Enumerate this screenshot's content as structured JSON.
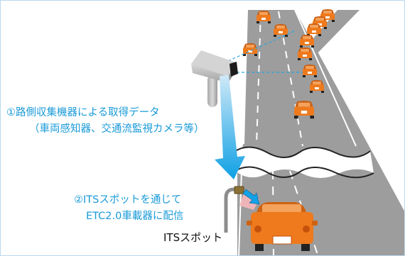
{
  "labels": {
    "collection_title": "①路側収集機器による取得データ",
    "collection_sub": "（車両感知器、交通流監視カメラ等）",
    "delivery_line1": "②ITSスポットを通じて",
    "delivery_line2": "ETC2.0車載器に配信",
    "its_spot": "ITSスポット"
  },
  "colors": {
    "road": "#9d9d9d",
    "car_body": "#e9771b",
    "car_dark": "#b5530e",
    "arrow": "#12a4e6",
    "label_blue": "#1a9ad8",
    "camera_body": "#bdbdbd",
    "camera_lens": "#1c1c1c"
  },
  "icons": [
    "roadside-camera-icon",
    "its-spot-antenna-icon",
    "car-icon",
    "signal-icon"
  ]
}
